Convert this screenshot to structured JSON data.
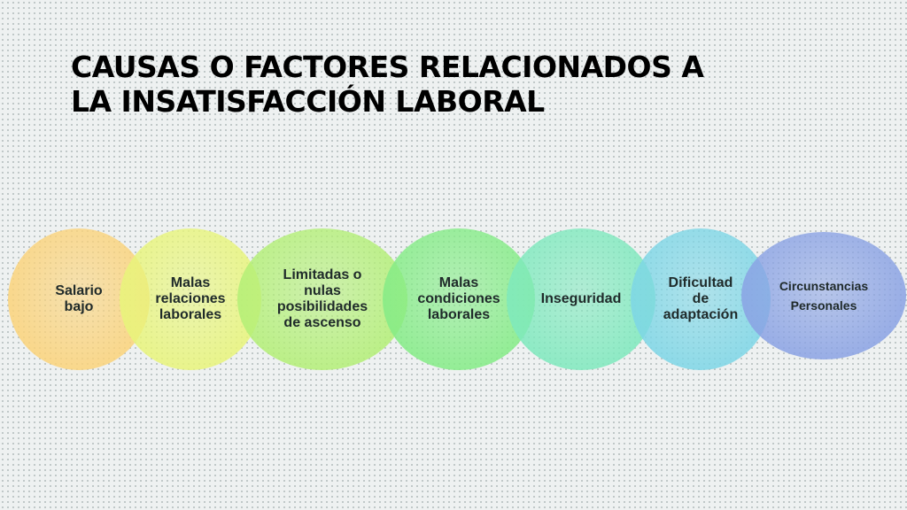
{
  "title": {
    "line1": "CAUSAS O FACTORES RELACIONADOS A",
    "line2": "LA INSATISFACCIÓN LABORAL"
  },
  "factors": [
    {
      "label": "Salario\nbajo",
      "color": "#fbd37a"
    },
    {
      "label": "Malas\nrelaciones\nlaborales",
      "color": "#e8f57a"
    },
    {
      "label": "Limitadas o\nnulas\nposibilidades\nde ascenso",
      "color": "#b3ef76"
    },
    {
      "label": "Malas\ncondiciones\nlaborales",
      "color": "#84ec86"
    },
    {
      "label": "Inseguridad",
      "color": "#7ee9bd"
    },
    {
      "label": "Dificultad\nde\nadaptación",
      "color": "#7dd6e6"
    },
    {
      "label": "Circunstancias\nPersonales",
      "color": "#8aa2e4"
    }
  ]
}
